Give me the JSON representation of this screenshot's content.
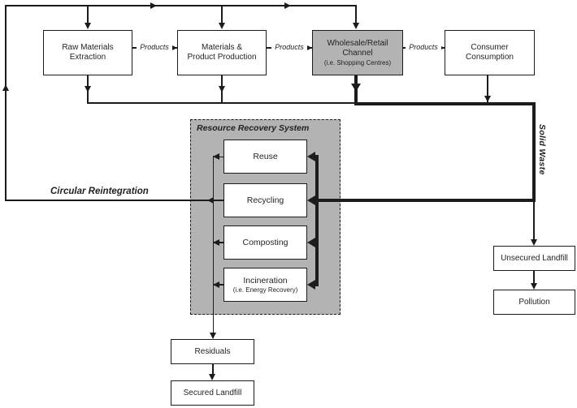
{
  "diagram": {
    "nodes": {
      "raw_materials": {
        "line1": "Raw Materials",
        "line2": "Extraction"
      },
      "production": {
        "line1": "Materials &",
        "line2": "Product Production"
      },
      "wholesale": {
        "line1": "Wholesale/Retail",
        "line2": "Channel",
        "subtitle": "(i.e. Shopping Centres)"
      },
      "consumer": {
        "line1": "Consumer",
        "line2": "Consumption"
      },
      "reuse": {
        "label": "Reuse"
      },
      "recycling": {
        "label": "Recycling"
      },
      "composting": {
        "label": "Composting"
      },
      "incineration": {
        "label": "Incineration",
        "subtitle": "(i.e. Energy Recovery)"
      },
      "residuals": {
        "label": "Residuals"
      },
      "secured_landfill": {
        "label": "Secured Landfill"
      },
      "unsecured_landfill": {
        "label": "Unsecured Landfill"
      },
      "pollution": {
        "label": "Pollution"
      }
    },
    "region": {
      "label": "Resource Recovery System"
    },
    "edge_labels": {
      "products_1": "Products",
      "products_2": "Products",
      "products_3": "Products",
      "circular_reintegration": "Circular Reintegration",
      "solid_waste": "Solid Waste"
    },
    "colors": {
      "background": "#ffffff",
      "line": "#1c1c1c",
      "gray_fill": "#b3b3b3",
      "box_fill": "#ffffff",
      "text": "#231f20"
    }
  }
}
